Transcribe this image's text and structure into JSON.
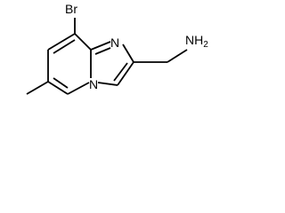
{
  "molecule": {
    "atoms": {
      "bromine": "Br",
      "imine_nitrogen": "N",
      "bridgehead_nitrogen": "N",
      "amine": "NH",
      "amine_subscript": "2"
    }
  }
}
